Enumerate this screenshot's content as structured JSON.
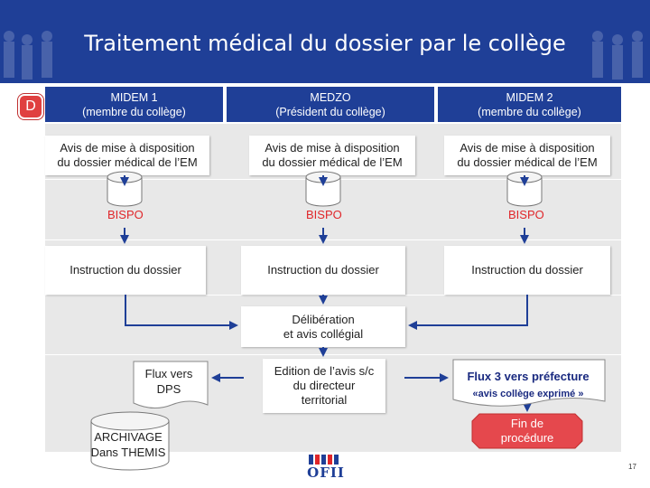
{
  "header": {
    "title": "Traitement médical du dossier par le collège",
    "badge": "D"
  },
  "columns": [
    {
      "name": "MIDEM 1",
      "role": "(membre du collège)"
    },
    {
      "name": "MEDZO",
      "role": "(Président du collège)"
    },
    {
      "name": "MIDEM 2",
      "role": "(membre du collège)"
    }
  ],
  "steps": {
    "mise_a_disposition": [
      "Avis de mise à disposition",
      "du dossier médical de l’EM"
    ],
    "bispo": "BISPO",
    "instruction": "Instruction du dossier",
    "deliberation": [
      "Délibération",
      "et avis collégial"
    ],
    "flux_dps": [
      "Flux vers",
      "DPS"
    ],
    "archivage": [
      "ARCHIVAGE",
      "Dans THEMIS"
    ],
    "edition": [
      "Edition de l’avis s/c",
      "du directeur",
      "territorial"
    ],
    "flux3": {
      "title": "Flux 3 vers préfecture",
      "subtitle": "«avis collège exprimé »"
    },
    "fin": [
      "Fin de",
      "procédure"
    ]
  },
  "footer": {
    "logo": "OFII",
    "page": "17"
  },
  "colors": {
    "header_blue": "#1f3f97",
    "band_gray": "#e8e8e8",
    "arrow_blue": "#1f3f97",
    "accent_red": "#e0262a",
    "fin_red": "#e5484d"
  }
}
